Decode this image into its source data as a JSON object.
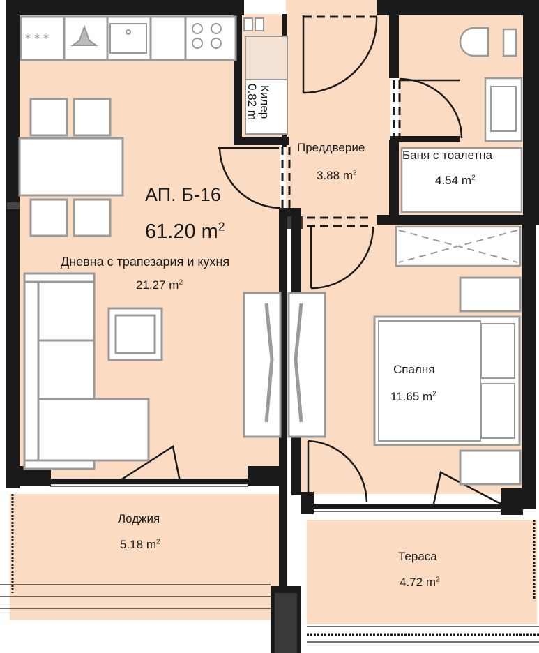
{
  "apartment": {
    "id_label": "АП. Б-16",
    "total_area": "61.20",
    "unit": "m",
    "unit_sup": "2"
  },
  "rooms": {
    "living": {
      "name": "Дневна с трапезария и кухня",
      "area": "21.27"
    },
    "storage": {
      "name": "Килер",
      "area": "0.82"
    },
    "hallway": {
      "name": "Преддверие",
      "area": "3.88"
    },
    "bathroom": {
      "name": "Баня с тоалетна",
      "area": "4.54"
    },
    "bedroom": {
      "name": "Спалня",
      "area": "11.65"
    },
    "loggia": {
      "name": "Лоджия",
      "area": "5.18"
    },
    "terrace": {
      "name": "Тераса",
      "area": "4.72"
    }
  },
  "unit_text": "m",
  "unit_sup": "2",
  "colors": {
    "floor": "#fbdcc2",
    "wall": "#1a1a1a",
    "wall_inner": "#3a3a3a",
    "furniture_stroke": "#9a9a9a",
    "furniture_fill": "#ffffff"
  }
}
